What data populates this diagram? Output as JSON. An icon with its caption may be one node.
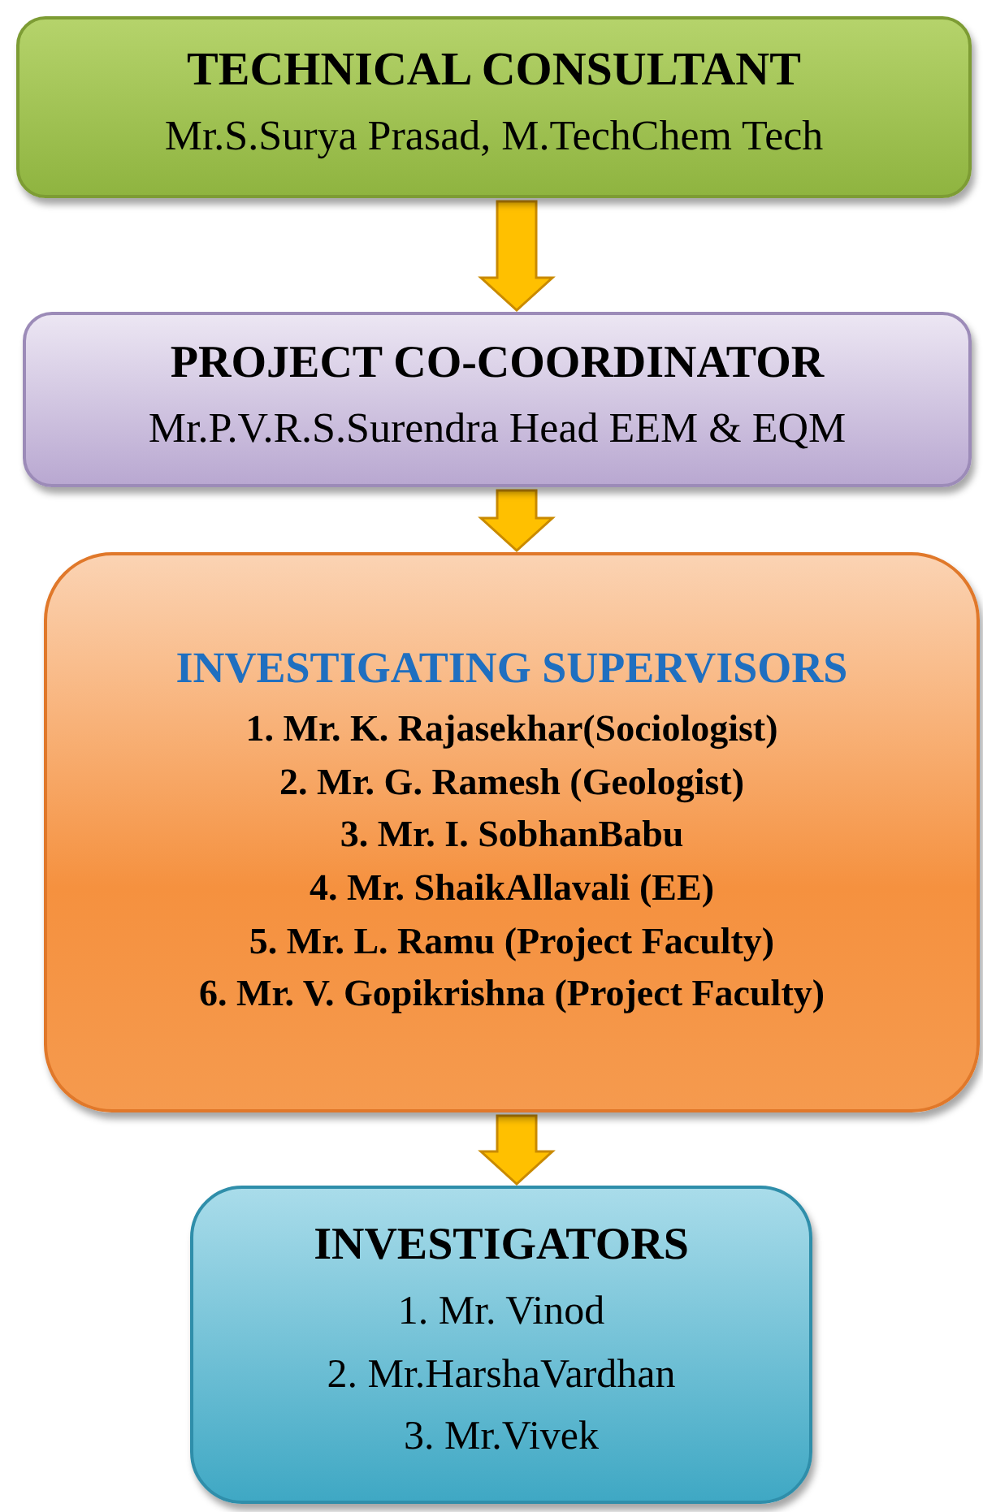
{
  "diagram": {
    "nodes": [
      {
        "text": [
          "TECHNICAL CONSULTANT",
          "Mr.S.Surya Prasad, M.TechChem Tech"
        ]
      },
      {
        "text": [
          "PROJECT CO-COORDINATOR",
          "Mr.P.V.R.S.Surendra Head EEM & EQM"
        ]
      },
      {
        "text": [
          "INVESTIGATING SUPERVISORS",
          "1. Mr. K. Rajasekhar(Sociologist)",
          "2. Mr. G. Ramesh (Geologist)",
          "3. Mr. I. SobhanBabu",
          "4. Mr. ShaikAllavali (EE)",
          "5. Mr. L. Ramu (Project Faculty)",
          "6. Mr. V. Gopikrishna (Project Faculty)"
        ]
      },
      {
        "text": [
          "INVESTIGATORS",
          "1. Mr. Vinod",
          "2. Mr.HarshaVardhan",
          "3. Mr.Vivek"
        ]
      }
    ],
    "edges": [
      {
        "from": 0,
        "to": 1,
        "arrow": "to"
      },
      {
        "from": 1,
        "to": 2,
        "arrow": "to"
      },
      {
        "from": 2,
        "to": 3,
        "arrow": "to"
      }
    ]
  }
}
